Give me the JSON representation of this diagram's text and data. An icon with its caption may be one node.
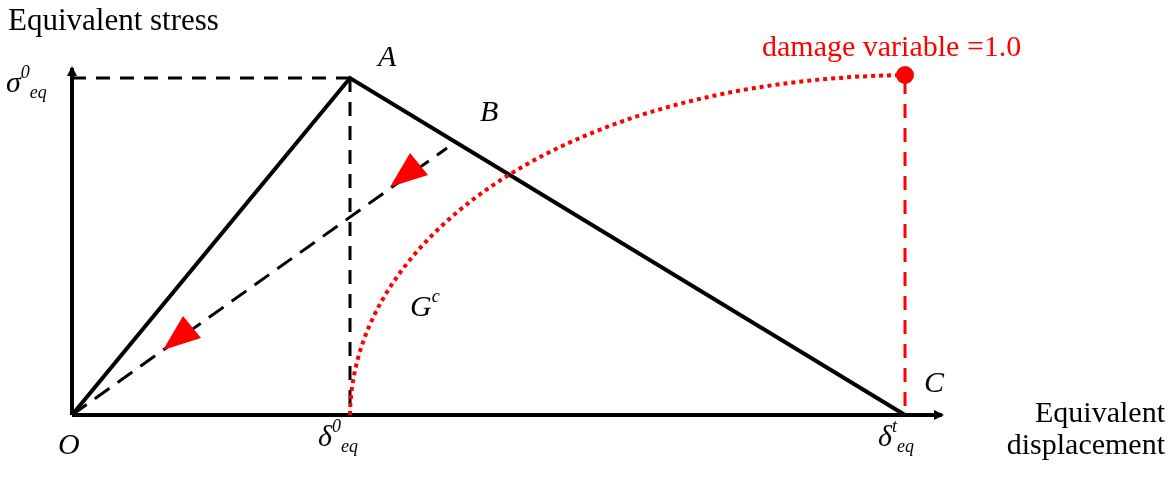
{
  "diagram": {
    "labels": [
      "Equivalent stress",
      "A",
      "σ$^{0}$$_{eq}$",
      "damage variable =1.0",
      "B",
      "G$^{c}$",
      "C",
      "Equivalent displacement",
      "O",
      "δ$^{0}$$_{eq}$",
      "δ$^{t}$$_{eq}$"
    ]
  }
}
